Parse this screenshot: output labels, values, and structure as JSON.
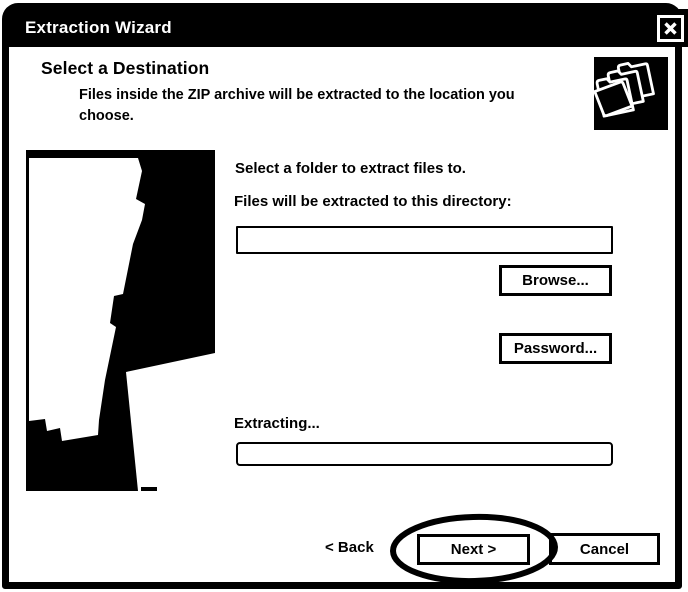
{
  "window": {
    "title": "Extraction Wizard"
  },
  "header": {
    "title": "Select a Destination",
    "description_line1": "Files inside the ZIP archive will be extracted to the location you",
    "description_line2": "choose."
  },
  "main": {
    "instruction": "Select a folder to extract files to.",
    "directory_label": "Files will be extracted to this directory:",
    "directory_value": "",
    "directory_placeholder": "",
    "browse_label": "Browse...",
    "password_label": "Password...",
    "extracting_label": "Extracting...",
    "progress_percent": 0
  },
  "footer": {
    "back_label": "< Back",
    "next_label": "Next >",
    "cancel_label": "Cancel"
  },
  "annotation": {
    "shape": "ellipse",
    "target": "next-button"
  },
  "icons": {
    "close": "X",
    "header_icon": "stacked-folders"
  },
  "colors": {
    "foreground": "#000000",
    "background": "#ffffff"
  }
}
